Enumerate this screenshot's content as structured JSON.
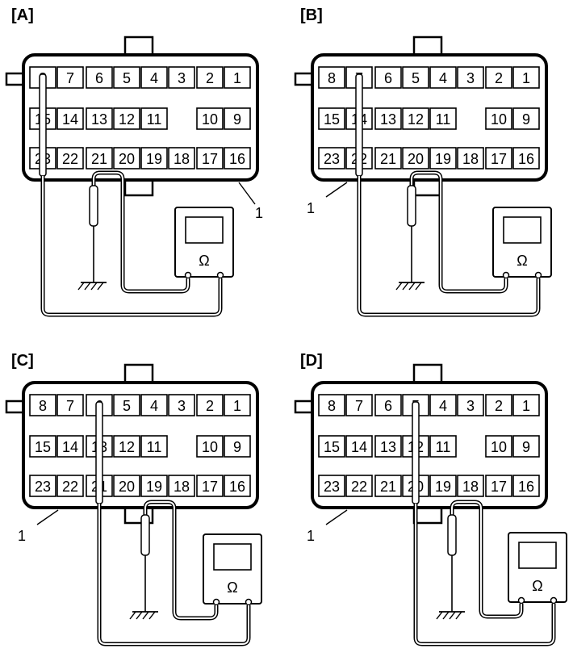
{
  "colors": {
    "ink": "#000000",
    "paper": "#ffffff"
  },
  "pins": {
    "top": [
      "8",
      "7",
      "6",
      "5",
      "4",
      "3",
      "2",
      "1"
    ],
    "middle_left": [
      "15",
      "14"
    ],
    "middle_center": [
      "13",
      "12",
      "11"
    ],
    "middle_right": [
      "10",
      "9"
    ],
    "bottom": [
      "23",
      "22",
      "21",
      "20",
      "19",
      "18",
      "17",
      "16"
    ]
  },
  "meter_symbol": "Ω",
  "callout": "1",
  "ground_icon": "ground-icon",
  "panels": [
    {
      "label": "[A]",
      "probe_pins": [
        "8",
        "15",
        "23"
      ]
    },
    {
      "label": "[B]",
      "probe_pins": [
        "7",
        "14",
        "22"
      ]
    },
    {
      "label": "[C]",
      "probe_pins": [
        "6",
        "13",
        "21"
      ]
    },
    {
      "label": "[D]",
      "probe_pins": [
        "5",
        "12",
        "20"
      ]
    }
  ]
}
